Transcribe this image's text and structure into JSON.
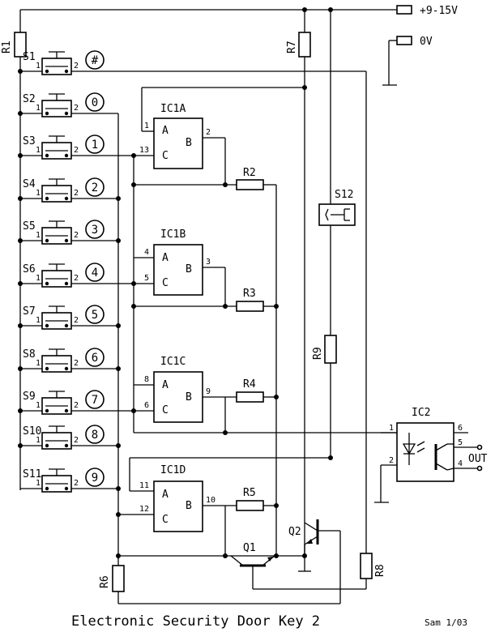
{
  "title": "Electronic Security Door Key 2",
  "credit": "Sam 1/03",
  "supply": {
    "positive": "+9-15V",
    "ground": "0V"
  },
  "resistors": [
    "R1",
    "R2",
    "R3",
    "R4",
    "R5",
    "R6",
    "R7",
    "R8",
    "R9"
  ],
  "transistors": [
    "Q1",
    "Q2"
  ],
  "reset_switch": "S12",
  "gates": [
    {
      "name": "IC1A",
      "a": "A",
      "b": "B",
      "c": "C",
      "pin_a": "1",
      "pin_c": "13",
      "pin_out": "2"
    },
    {
      "name": "IC1B",
      "a": "A",
      "b": "B",
      "c": "C",
      "pin_a": "4",
      "pin_c": "5",
      "pin_out": "3"
    },
    {
      "name": "IC1C",
      "a": "A",
      "b": "B",
      "c": "C",
      "pin_a": "8",
      "pin_c": "6",
      "pin_out": "9"
    },
    {
      "name": "IC1D",
      "a": "A",
      "b": "B",
      "c": "C",
      "pin_a": "11",
      "pin_c": "12",
      "pin_out": "10"
    }
  ],
  "optocoupler": {
    "name": "IC2",
    "output_label": "OUT",
    "pins": [
      "1",
      "2",
      "4",
      "5",
      "6"
    ]
  },
  "switches": [
    {
      "name": "S1",
      "key": "#"
    },
    {
      "name": "S2",
      "key": "0"
    },
    {
      "name": "S3",
      "key": "1"
    },
    {
      "name": "S4",
      "key": "2"
    },
    {
      "name": "S5",
      "key": "3"
    },
    {
      "name": "S6",
      "key": "4"
    },
    {
      "name": "S7",
      "key": "5"
    },
    {
      "name": "S8",
      "key": "6"
    },
    {
      "name": "S9",
      "key": "7"
    },
    {
      "name": "S10",
      "key": "8"
    },
    {
      "name": "S11",
      "key": "9"
    }
  ],
  "switch_pins": [
    "1",
    "2"
  ]
}
